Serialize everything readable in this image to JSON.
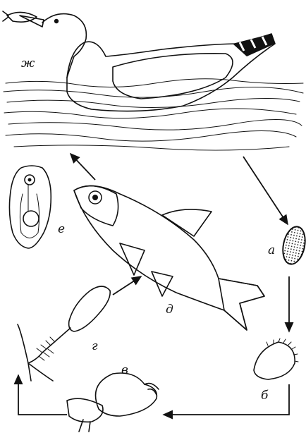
{
  "figure": {
    "stages": [
      {
        "id": "zh",
        "label": "ж",
        "subject": "gull"
      },
      {
        "id": "a",
        "label": "а",
        "subject": "egg"
      },
      {
        "id": "b",
        "label": "б",
        "subject": "miracidium"
      },
      {
        "id": "v",
        "label": "в",
        "subject": "snail"
      },
      {
        "id": "g",
        "label": "г",
        "subject": "cercaria"
      },
      {
        "id": "d",
        "label": "д",
        "subject": "fish"
      },
      {
        "id": "e",
        "label": "е",
        "subject": "metacercaria"
      }
    ]
  }
}
